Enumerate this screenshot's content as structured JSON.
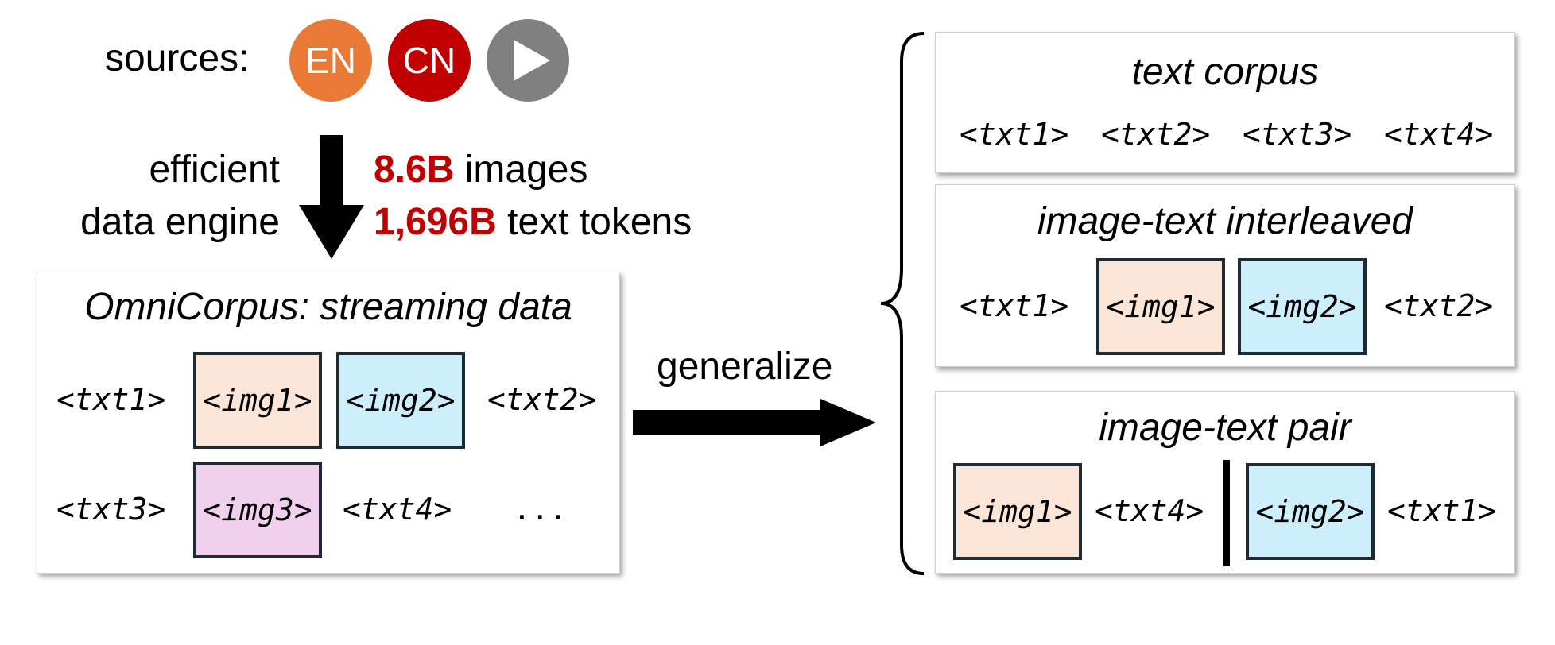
{
  "sources": {
    "label": "sources:",
    "items": [
      {
        "text": "EN",
        "color": "#E97A36"
      },
      {
        "text": "CN",
        "color": "#C00000"
      },
      {
        "text": "",
        "icon": "play-icon",
        "color": "#808080"
      }
    ]
  },
  "engine": {
    "line1": "efficient",
    "line2": "data engine"
  },
  "stats": {
    "highlight_color": "#C00000",
    "images_value": "8.6B",
    "images_label": " images",
    "tokens_value": "1,696B",
    "tokens_label": " text tokens"
  },
  "omnicorpus": {
    "title": "OmniCorpus: streaming data",
    "row1": [
      "<txt1>",
      "<img1>",
      "<img2>",
      "<txt2>"
    ],
    "row2": [
      "<txt3>",
      "<img3>",
      "<txt4>",
      "..."
    ]
  },
  "generalize_label": "generalize",
  "panels": {
    "text_corpus": {
      "title": "text corpus",
      "tokens": [
        "<txt1>",
        "<txt2>",
        "<txt3>",
        "<txt4>"
      ]
    },
    "interleaved": {
      "title": "image-text interleaved",
      "tokens": [
        "<txt1>",
        "<img1>",
        "<img2>",
        "<txt2>"
      ]
    },
    "pair": {
      "title": "image-text pair",
      "tokens": [
        "<img1>",
        "<txt4>",
        "<img2>",
        "<txt1>"
      ]
    }
  },
  "colors": {
    "img1": "#FBE5D6",
    "img2": "#CDEEFB",
    "img3": "#F1D0EE",
    "box_border": "#1F2A33"
  }
}
